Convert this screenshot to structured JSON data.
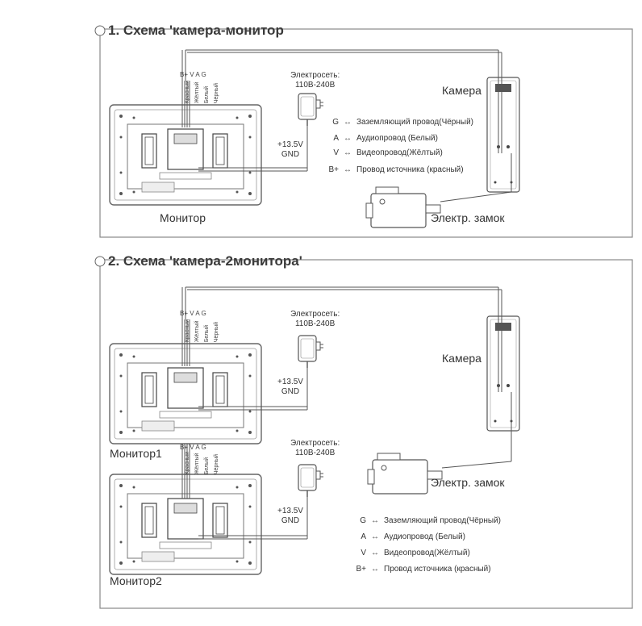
{
  "section1": {
    "title": "1. Схема 'камера-монитор",
    "power_label": "Электросеть:",
    "power_range": "110В-240В",
    "voltage": "+13.5V",
    "gnd": "GND",
    "camera_label": "Камера",
    "monitor_label": "Монитор",
    "lock_label": "Электр. замок",
    "terminals": [
      "B+",
      "V",
      "A",
      "G"
    ],
    "wire_colors": [
      "Красный",
      "Жёлтый",
      "Белый",
      "Чёрный"
    ],
    "legend": [
      {
        "key": "G",
        "text": "Заземляющий провод(Чёрный)"
      },
      {
        "key": "A",
        "text": "Аудиопровод (Белый)"
      },
      {
        "key": "V",
        "text": "Видеопровод(Жёлтый)"
      },
      {
        "key": "B+",
        "text": "Провод источника (красный)"
      }
    ]
  },
  "section2": {
    "title": "2. Схема 'камера-2монитора'",
    "power1_label": "Электросеть:",
    "power1_range": "110В-240В",
    "power2_label": "Электросеть:",
    "power2_range": "110В-240В",
    "voltage1": "+13.5V",
    "gnd1": "GND",
    "voltage2": "+13.5V",
    "gnd2": "GND",
    "camera_label": "Камера",
    "monitor1_label": "Монитор1",
    "monitor2_label": "Монитор2",
    "lock_label": "Электр. замок",
    "terminals": [
      "B+",
      "V",
      "A",
      "G"
    ],
    "wire_colors": [
      "Красный",
      "Жёлтый",
      "Белый",
      "Чёрный"
    ],
    "legend": [
      {
        "key": "G",
        "text": "Заземляющий провод(Чёрный)"
      },
      {
        "key": "A",
        "text": "Аудиопровод (Белый)"
      },
      {
        "key": "V",
        "text": "Видеопровод(Жёлтый)"
      },
      {
        "key": "B+",
        "text": "Провод источника (красный)"
      }
    ]
  },
  "colors": {
    "line": "#555555",
    "frame": "#888888",
    "device": "#666666"
  }
}
